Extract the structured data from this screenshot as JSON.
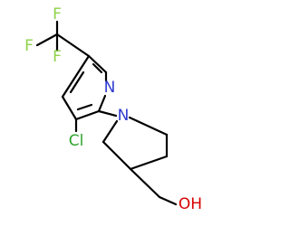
{
  "molecule": {
    "atoms": {
      "fluorine_top": "F",
      "fluorine_left": "F",
      "fluorine_bottom": "F",
      "pyridine_nitrogen": "N",
      "chlorine": "Cl",
      "piperidine_nitrogen": "N",
      "hydroxyl": "OH"
    },
    "colors": {
      "bond": "#000000",
      "fluorine": "#8fd24a",
      "chlorine": "#2ea52e",
      "nitrogen": "#2f3bcf",
      "oxygen": "#d80000"
    }
  }
}
